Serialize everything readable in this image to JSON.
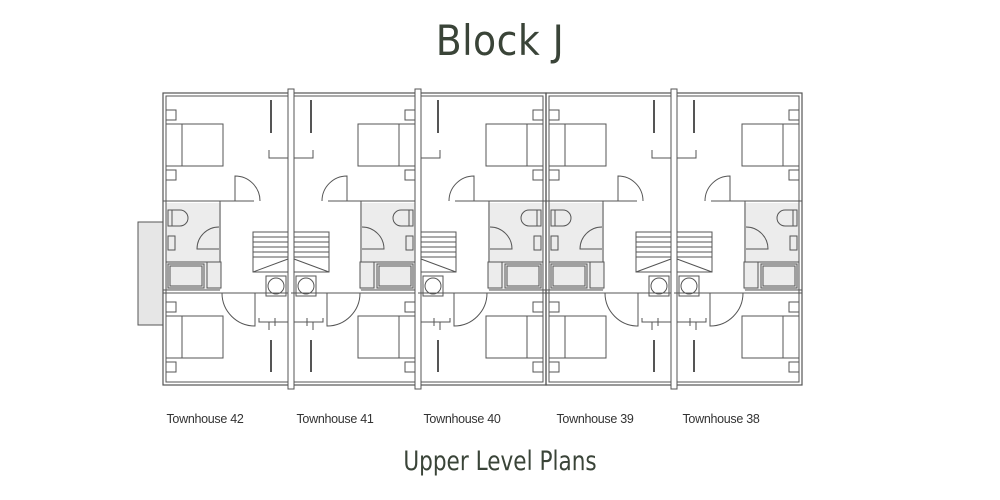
{
  "title": "Block J",
  "subtitle": "Upper Level Plans",
  "colors": {
    "heading": "#3a4438",
    "wall": "#555555",
    "wet_area": "#ececec"
  },
  "units": [
    {
      "label": "Townhouse 42"
    },
    {
      "label": "Townhouse 41"
    },
    {
      "label": "Townhouse 40"
    },
    {
      "label": "Townhouse 39"
    },
    {
      "label": "Townhouse 38"
    }
  ]
}
